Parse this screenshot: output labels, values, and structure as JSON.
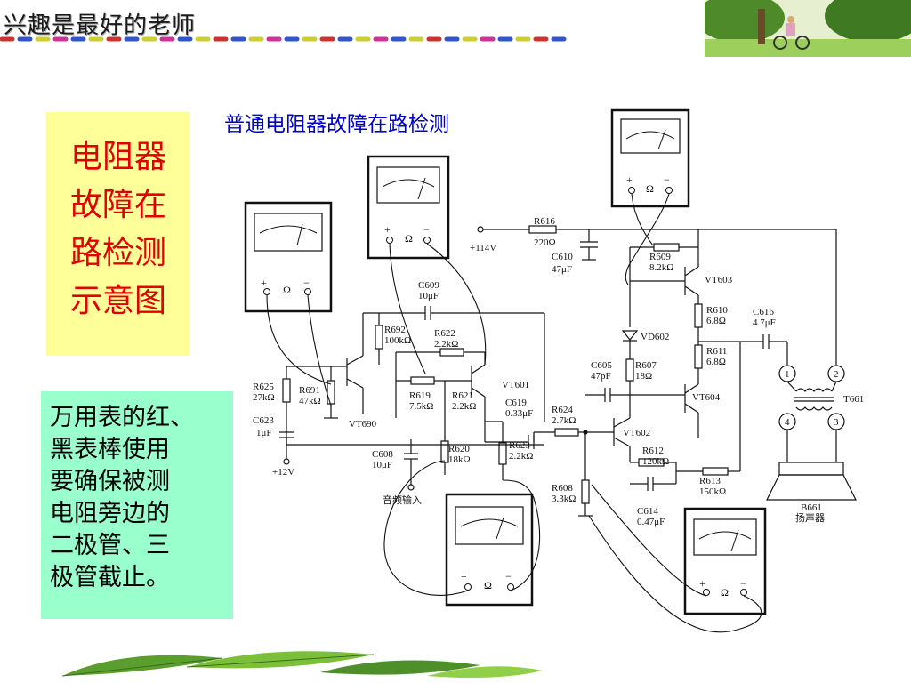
{
  "header": {
    "title": "兴趣是最好的老师"
  },
  "side_title": {
    "lines": [
      "电阻器",
      "故障在",
      "路检测",
      "示意图"
    ]
  },
  "diagram_title": "普通电阻器故障在路检测",
  "note": {
    "lines": [
      "万用表的红、",
      "黑表棒使用",
      "要确保被测",
      "电阻旁边的",
      "二极管、三",
      "极管截止。"
    ]
  },
  "meter": {
    "plus": "+",
    "ohm": "Ω",
    "minus": "−"
  },
  "components": {
    "r616": "R616",
    "r616v": "220Ω",
    "v114": "+114V",
    "c610": "C610",
    "c610v": "47μF",
    "r609": "R609",
    "r609v": "8.2kΩ",
    "vt603": "VT603",
    "r610": "R610",
    "r610v": "6.8Ω",
    "r611": "R611",
    "r611v": "6.8Ω",
    "c616": "C616",
    "c616v": "4.7μF",
    "vd602": "VD602",
    "c605": "C605",
    "c605v": "47pF",
    "r607": "R607",
    "r607v": "18Ω",
    "vt604": "VT604",
    "t661": "T661",
    "c609": "C609",
    "c609v": "10μF",
    "r692": "R692",
    "r692v": "100kΩ",
    "r622": "R622",
    "r622v": "2.2kΩ",
    "r625": "R625",
    "r625v": "27kΩ",
    "r691": "R691",
    "r691v": "47kΩ",
    "r619": "R619",
    "r619v": "7.5kΩ",
    "r621": "R621",
    "r621v": "2.2kΩ",
    "vt601": "VT601",
    "c619": "C619",
    "c619v": "0.33μF",
    "r624": "R624",
    "r624v": "2.7kΩ",
    "vt602": "VT602",
    "c623": "C623",
    "c623v": "1μF",
    "vt690": "VT690",
    "v12": "+12V",
    "c608": "C608",
    "c608v": "10μF",
    "r620": "R620",
    "r620v": "18kΩ",
    "r623": "R623",
    "r623v": "2.2kΩ",
    "r612": "R612",
    "r612v": "120kΩ",
    "r613": "R613",
    "r613v": "150kΩ",
    "r608": "R608",
    "r608v": "3.3kΩ",
    "c614": "C614",
    "c614v": "0.47μF",
    "audio_in": "音频输入",
    "b661": "B661",
    "speaker": "扬声器",
    "t1": "1",
    "t2": "2",
    "t3": "3",
    "t4": "4"
  },
  "colors": {
    "side_bg": "#ffff99",
    "side_text": "#e00000",
    "note_bg": "#99ffcc",
    "title_blue": "#0000cc"
  }
}
